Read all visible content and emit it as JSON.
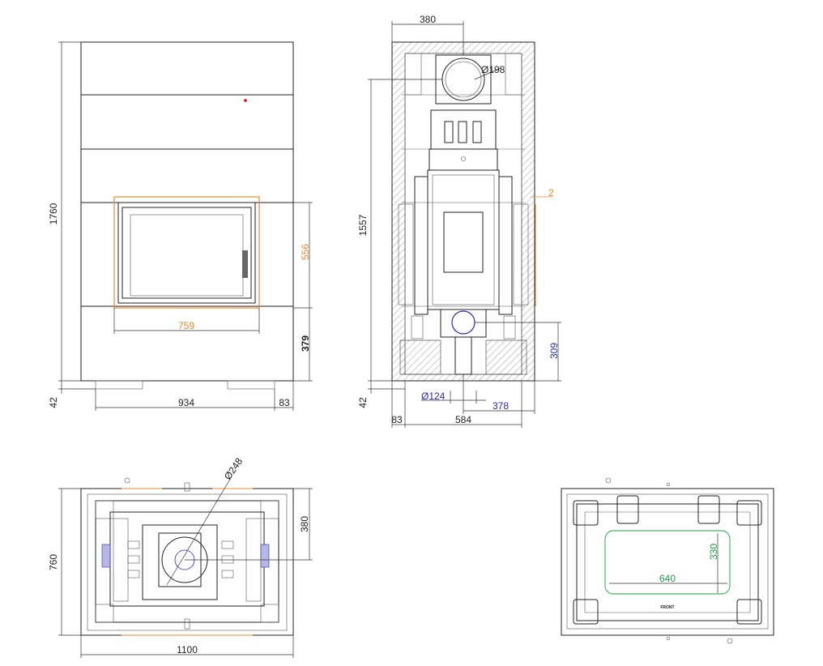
{
  "colors": {
    "black": "#222222",
    "orange": "#e8892b",
    "blue": "#2a2ab0",
    "green": "#1e9a4a",
    "red": "#e00000"
  },
  "dimensions": {
    "front_height": "1760",
    "front_glass_height": "556",
    "front_glass_width": "759",
    "front_lower_height": "379",
    "front_feet_height": "42",
    "front_width": "934",
    "front_side_offset": "83",
    "side_width_top": "380",
    "side_flue_diameter": "Ø198",
    "side_gap": "2",
    "side_flue_height": "1557",
    "side_inlet_height": "309",
    "side_air_diameter": "Ø124",
    "side_air_offset": "378",
    "side_feet_height": "42",
    "side_offset": "83",
    "side_width": "584",
    "top_diameter": "Ø248",
    "top_depth": "760",
    "top_half_depth": "380",
    "top_width": "1100",
    "bottom_height": "330",
    "bottom_width": "640",
    "front_label": "FRONT"
  }
}
